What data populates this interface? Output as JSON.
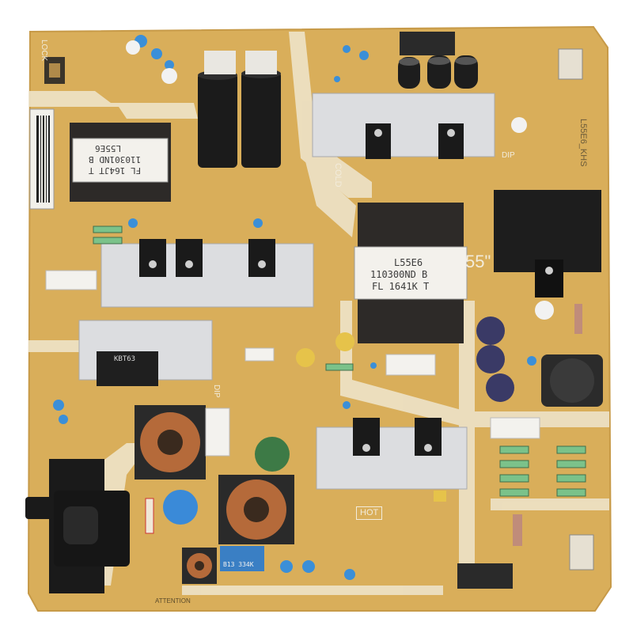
{
  "board": {
    "pcb_color": "#d9ae5a",
    "silk_color": "#efe6cf",
    "heatsink_color": "#dcdde0"
  },
  "labels": {
    "lock": "LOCK",
    "transformer_left_line1": "L55E6",
    "transformer_left_line2": "110301ND B",
    "transformer_left_line3": "FL 164JT T",
    "transformer_center_line1": "L55E6",
    "transformer_center_line2": "110300ND B",
    "transformer_center_line3": "FL 1641K T",
    "model_print": "L55E6_KHS",
    "size_print": "55\"",
    "cold": "COLD",
    "hot": "HOT",
    "dip_left": "DIP",
    "dip_right": "DIP",
    "attention": "ATTENTION",
    "bridge_label": "KBT63",
    "film_cap_label": "B13 334K"
  }
}
